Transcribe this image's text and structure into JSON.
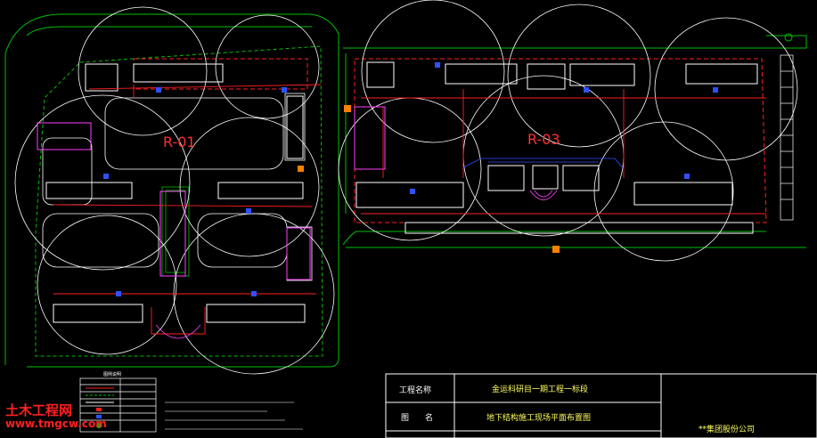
{
  "zones": {
    "left": "R-01",
    "right": "R-03"
  },
  "title_block": {
    "project_label": "工程名称",
    "project_value": "金运科研目一期工程一标段",
    "drawing_label": "图名",
    "drawing_value": "地下结构施工现场平面布置图",
    "company": "**集团股份公司"
  },
  "legend": {
    "title": "图例说明"
  },
  "watermark": {
    "site_name": "土木工程网",
    "url": "www.tmgcw.com"
  },
  "colors": {
    "background": "#000000",
    "fence": "#00c000",
    "building": "#ffffff",
    "crane_radius": "#ffffff",
    "temp_road": "#ff2020",
    "zone_label": "#ff3030",
    "annotation": "#ff40ff",
    "marker": "#3050ff",
    "watermark": "#ff2020"
  }
}
